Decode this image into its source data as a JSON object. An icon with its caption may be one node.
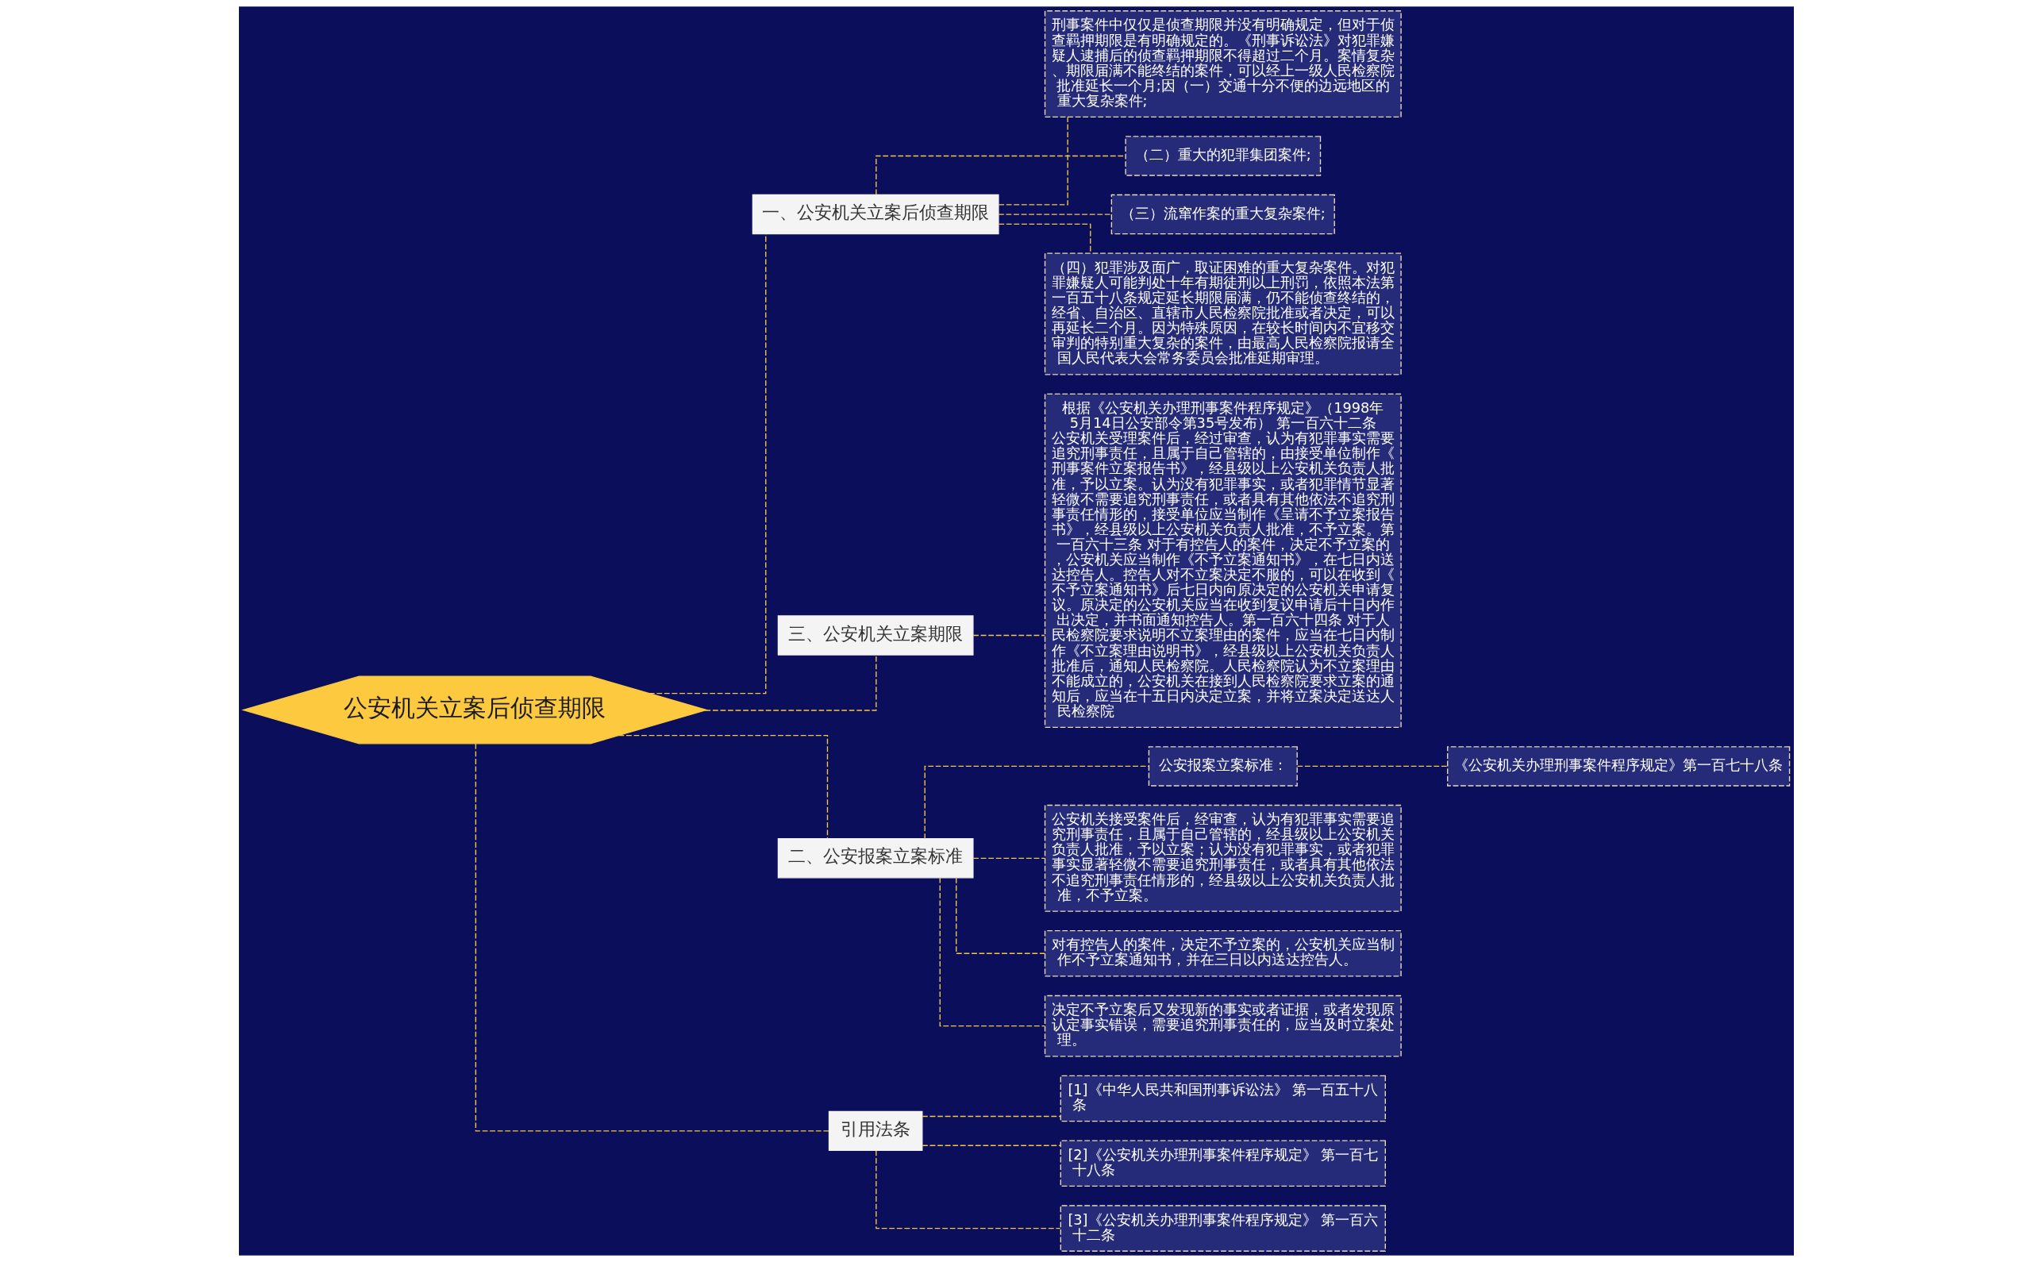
{
  "diagram": {
    "nodes": [
      {
        "text": [
          "公安机关立案后侦查期限"
        ]
      },
      {
        "text": [
          "一、公安机关立案后侦查期限"
        ]
      },
      {
        "text": [
          "刑事案件中仅仅是侦查期限并没有明确规定，但对于侦查羁押期限是有明确规定的。《刑事诉讼法》对犯罪嫌疑人逮捕后的侦查羁押期限不得超过二个月。案情复杂、期限届满不能终结的案件，可以经上一级人民检察院批准延长一个月;因（一）交通十分不便的边远地区的重大复杂案件;"
        ]
      },
      {
        "text": [
          "（二）重大的犯罪集团案件;"
        ]
      },
      {
        "text": [
          "（三）流窜作案的重大复杂案件;"
        ]
      },
      {
        "text": [
          "（四）犯罪涉及面广，取证困难的重大复杂案件。对犯罪嫌疑人可能判处十年有期徒刑以上刑罚，依照本法第一百五十八条规定延长期限届满，仍不能侦查终结的，经省、自治区、直辖市人民检察院批准或者决定，可以再延长二个月。因为特殊原因，在较长时间内不宜移交审判的特别重大复杂的案件，由最高人民检察院报请全国人民代表大会常务委员会批准延期审理。"
        ]
      },
      {
        "text": [
          "三、公安机关立案期限"
        ]
      },
      {
        "text": [
          "根据《公安机关办理刑事案件程序规定》（1998年5月14日公安部令第35号发布） 第一百六十二条公安机关受理案件后，经过审查，认为有犯罪事实需要追究刑事责任，且属于自己管辖的，由接受单位制作《刑事案件立案报告书》，经县级以上公安机关负责人批准，予以立案。认为没有犯罪事实，或者犯罪情节显著轻微不需要追究刑事责任，或者具有其他依法不追究刑事责任情形的，接受单位应当制作《呈请不予立案报告书》，经县级以上公安机关负责人批准，不予立案。第一百六十三条 对于有控告人的案件，决定不予立案的，公安机关应当制作《不予立案通知书》，在七日内送达控告人。控告人对不立案决定不服的，可以在收到《不予立案通知书》后七日内向原决定的公安机关申请复议。原决定的公安机关应当在收到复议申请后十日内作出决定，并书面通知控告人。第一百六十四条 对于人民检察院要求说明不立案理由的案件，应当在七日内制作《不立案理由说明书》，经县级以上公安机关负责人批准后，通知人民检察院。人民检察院认为不立案理由不能成立的，公安机关在接到人民检察院要求立案的通知后，应当在十五日内决定立案，并将立案决定送达人民检察院"
        ]
      },
      {
        "text": [
          "二、公安报案立案标准"
        ]
      },
      {
        "text": [
          "公安报案立案标准："
        ]
      },
      {
        "text": [
          "《公安机关办理刑事案件程序规定》第一百七十八条"
        ]
      },
      {
        "text": [
          "公安机关接受案件后，经审查，认为有犯罪事实需要追究刑事责任，且属于自己管辖的，经县级以上公安机关负责人批准，予以立案；认为没有犯罪事实，或者犯罪事实显著轻微不需要追究刑事责任，或者具有其他依法不追究刑事责任情形的，经县级以上公安机关负责人批准，不予立案。"
        ]
      },
      {
        "text": [
          "对有控告人的案件，决定不予立案的，公安机关应当制作不予立案通知书，并在三日以内送达控告人。"
        ]
      },
      {
        "text": [
          "决定不予立案后又发现新的事实或者证据，或者发现原认定事实错误，需要追究刑事责任的，应当及时立案处理。"
        ]
      },
      {
        "text": [
          "引用法条"
        ]
      },
      {
        "text": [
          "[1]《中华人民共和国刑事诉讼法》 第一百五十八条"
        ]
      },
      {
        "text": [
          "[2]《公安机关办理刑事案件程序规定》 第一百七十八条"
        ]
      },
      {
        "text": [
          "[3]《公安机关办理刑事案件程序规定》 第一百六十二条"
        ]
      }
    ],
    "edges": [
      {
        "from": 0,
        "to": 1,
        "arrow": "none"
      },
      {
        "from": 1,
        "to": 2,
        "arrow": "none"
      },
      {
        "from": 1,
        "to": 3,
        "arrow": "none"
      },
      {
        "from": 1,
        "to": 4,
        "arrow": "none"
      },
      {
        "from": 1,
        "to": 5,
        "arrow": "none"
      },
      {
        "from": 0,
        "to": 6,
        "arrow": "none"
      },
      {
        "from": 6,
        "to": 7,
        "arrow": "none"
      },
      {
        "from": 0,
        "to": 8,
        "arrow": "none"
      },
      {
        "from": 8,
        "to": 9,
        "arrow": "none"
      },
      {
        "from": 9,
        "to": 10,
        "arrow": "none"
      },
      {
        "from": 8,
        "to": 11,
        "arrow": "none"
      },
      {
        "from": 8,
        "to": 12,
        "arrow": "none"
      },
      {
        "from": 8,
        "to": 13,
        "arrow": "none"
      },
      {
        "from": 0,
        "to": 14,
        "arrow": "none"
      },
      {
        "from": 14,
        "to": 15,
        "arrow": "none"
      },
      {
        "from": 14,
        "to": 16,
        "arrow": "none"
      },
      {
        "from": 14,
        "to": 17,
        "arrow": "none"
      }
    ]
  }
}
